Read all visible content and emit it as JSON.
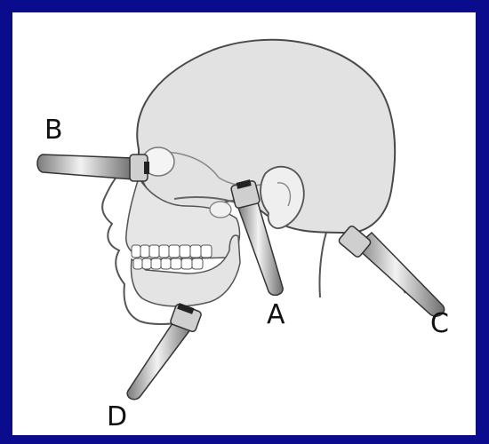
{
  "labels": {
    "a": "A",
    "b": "B",
    "c": "C",
    "d": "D"
  },
  "colors": {
    "background": "#0b0b8e",
    "panel": "#ffffff",
    "skull_fill": "#e3e3e3",
    "outline": "#4a4a4a"
  },
  "icons": {
    "probe": "transducer-probe-icon"
  }
}
